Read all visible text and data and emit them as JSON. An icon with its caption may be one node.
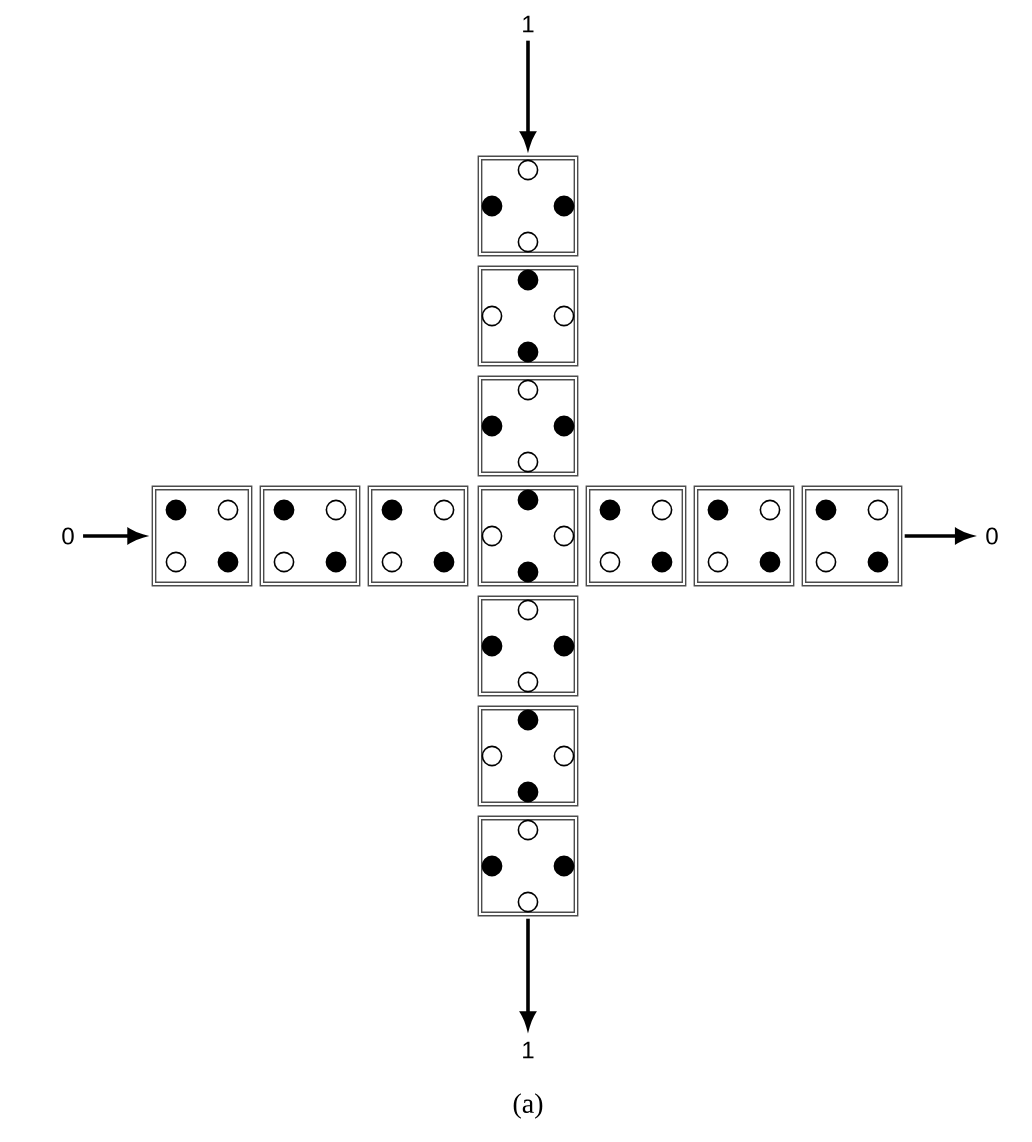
{
  "diagram": {
    "caption": "(a)",
    "nodes": [
      {
        "text": [
          "1"
        ]
      },
      {
        "text": [],
        "shape": "box"
      },
      {
        "text": [],
        "shape": "box"
      },
      {
        "text": [],
        "shape": "box"
      },
      {
        "text": [
          "0"
        ]
      },
      {
        "text": [],
        "shape": "box"
      },
      {
        "text": [],
        "shape": "box"
      },
      {
        "text": [],
        "shape": "box"
      },
      {
        "text": [],
        "shape": "box"
      },
      {
        "text": [],
        "shape": "box"
      },
      {
        "text": [],
        "shape": "box"
      },
      {
        "text": [],
        "shape": "box"
      },
      {
        "text": [
          "0"
        ]
      },
      {
        "text": [],
        "shape": "box"
      },
      {
        "text": [],
        "shape": "box"
      },
      {
        "text": [],
        "shape": "box"
      },
      {
        "text": [
          "1"
        ]
      }
    ],
    "edges": [
      {
        "from": 0,
        "to": 1,
        "arrow": "to"
      },
      {
        "from": 4,
        "to": 5,
        "arrow": "to"
      },
      {
        "from": 11,
        "to": 12,
        "arrow": "to"
      },
      {
        "from": 15,
        "to": 16,
        "arrow": "to"
      }
    ]
  }
}
